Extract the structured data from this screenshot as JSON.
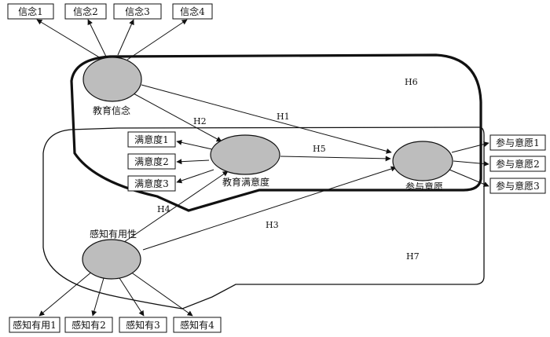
{
  "colors": {
    "node_fill": "#bdbdbd",
    "stroke": "#111111",
    "background": "#ffffff"
  },
  "indicators": {
    "belief": [
      "信念1",
      "信念2",
      "信念3",
      "信念4"
    ],
    "satisfaction": [
      "满意度1",
      "满意度2",
      "满意度3"
    ],
    "intention": [
      "参与意愿1",
      "参与意愿2",
      "参与意愿3"
    ],
    "usefulness": [
      "感知有用1",
      "感知有2",
      "感知有3",
      "感知有4"
    ]
  },
  "constructs": {
    "belief": "教育信念",
    "satisfaction": "教育满意度",
    "intention": "参与意愿",
    "usefulness": "感知有用性"
  },
  "paths": {
    "h1": "H1",
    "h2": "H2",
    "h3": "H3",
    "h4": "H4",
    "h5": "H5",
    "h6": "H6",
    "h7": "H7"
  }
}
